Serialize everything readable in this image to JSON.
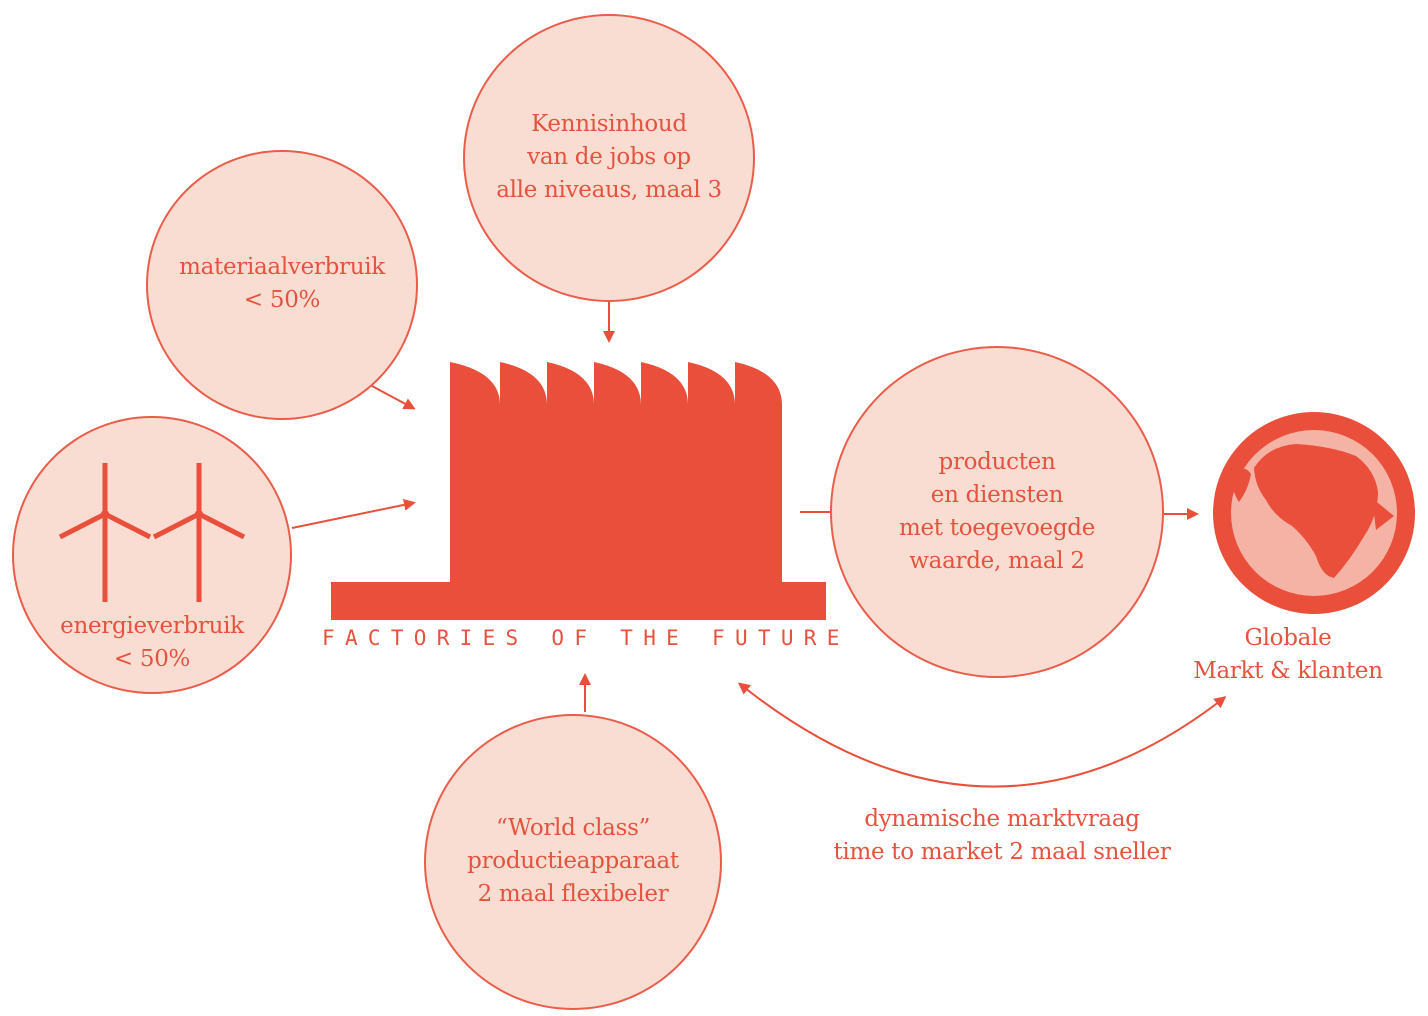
{
  "bubbles": {
    "knowledge": "Kennisinhoud\nvan de jobs op\nalle niveaus, maal 3",
    "material": "materiaalverbruik\n< 50%",
    "energy": "energieverbruik\n< 50%",
    "products": "producten\nen diensten\nmet toegevoegde\nwaarde, maal 2",
    "world_class": "“World class”\nproductieapparaat\n2 maal flexibeler"
  },
  "factory_title": "FACTORIES OF THE FUTURE",
  "globe_label": "Globale\nMarkt & klanten",
  "market_note": "dynamische marktvraag\ntime to market 2 maal sneller",
  "colors": {
    "accent": "#e94f3b",
    "bubble_fill": "#f9ddd3",
    "bubble_border": "#ea5d4a",
    "text": "#e5533f",
    "globe_land": "#f4b3a4"
  },
  "icons": [
    "wind-turbine-icon",
    "factory-icon",
    "globe-icon"
  ]
}
